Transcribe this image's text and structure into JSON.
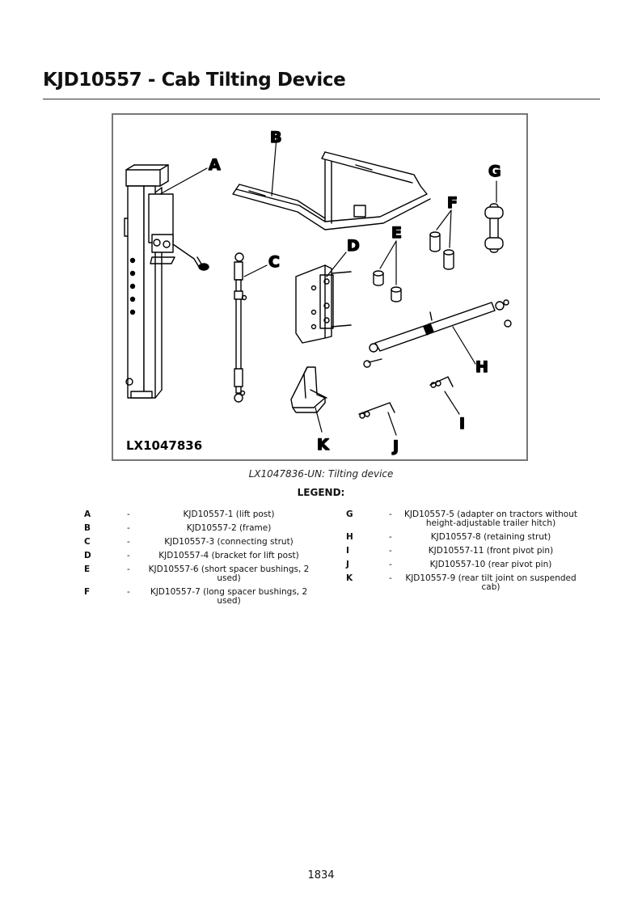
{
  "page": {
    "title": "KJD10557 - Cab Tilting Device",
    "page_number": "1834"
  },
  "figure": {
    "id_label": "LX1047836",
    "caption": "LX1047836-UN: Tilting device",
    "callouts": [
      "A",
      "B",
      "C",
      "D",
      "E",
      "F",
      "G",
      "H",
      "I",
      "J",
      "K"
    ]
  },
  "legend": {
    "heading": "LEGEND:",
    "separator": "-",
    "left": [
      {
        "letter": "A",
        "text": "KJD10557-1 (lift post)"
      },
      {
        "letter": "B",
        "text": "KJD10557-2 (frame)"
      },
      {
        "letter": "C",
        "text": "KJD10557-3 (connecting strut)"
      },
      {
        "letter": "D",
        "text": "KJD10557-4 (bracket for lift post)"
      },
      {
        "letter": "E",
        "text": "KJD10557-6 (short spacer bushings, 2 used)"
      },
      {
        "letter": "F",
        "text": "KJD10557-7 (long spacer bushings, 2 used)"
      }
    ],
    "right": [
      {
        "letter": "G",
        "text": "KJD10557-5 (adapter on tractors without height-adjustable trailer hitch)"
      },
      {
        "letter": "H",
        "text": "KJD10557-8 (retaining strut)"
      },
      {
        "letter": "I",
        "text": "KJD10557-11 (front pivot pin)"
      },
      {
        "letter": "J",
        "text": "KJD10557-10 (rear pivot pin)"
      },
      {
        "letter": "K",
        "text": "KJD10557-9 (rear tilt joint on suspended cab)"
      }
    ]
  }
}
